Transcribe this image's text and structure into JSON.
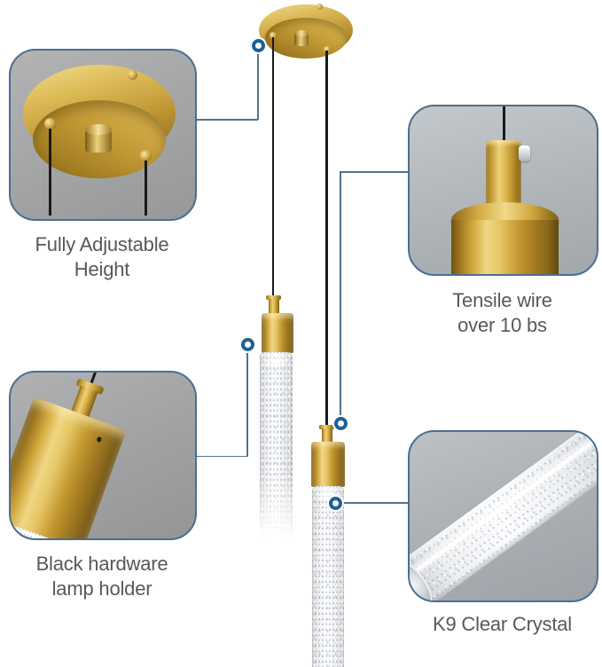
{
  "callouts": {
    "adjustable_height": {
      "line1": "Fully Adjustable",
      "line2": "Height"
    },
    "tensile_wire": {
      "line1": "Tensile wire",
      "line2": "over 10 bs"
    },
    "lamp_holder": {
      "line1": "Black hardware",
      "line2": "lamp holder"
    },
    "crystal": {
      "line1": "K9 Clear Crystal"
    }
  },
  "colors": {
    "accent_blue": "#1e6094",
    "connector_blue": "#54718a",
    "inset_border": "#4a6f92",
    "brass_gold": "#c9a03a",
    "caption_gray": "#57585a"
  },
  "icons": {
    "marker": "callout-ring-marker"
  }
}
